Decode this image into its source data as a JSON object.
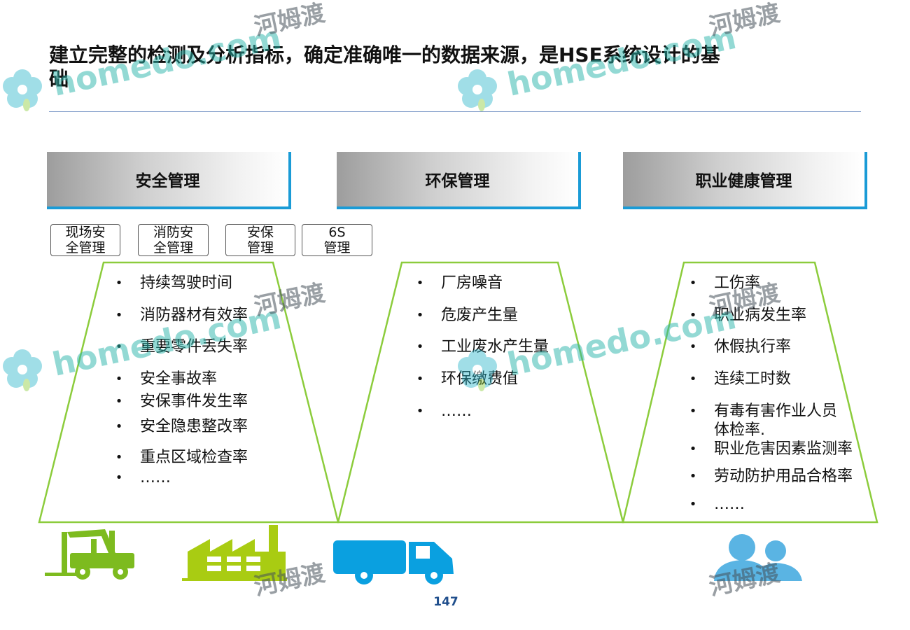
{
  "title": "建立完整的检测及分析指标，确定准确唯一的数据来源，是HSE系统设计的基础",
  "categories": [
    {
      "label": "安全管理"
    },
    {
      "label": "环保管理"
    },
    {
      "label": "职业健康管理"
    }
  ],
  "subtabs": [
    {
      "line1": "现场安",
      "line2": "全管理"
    },
    {
      "line1": "消防安",
      "line2": "全管理"
    },
    {
      "line1": "安保",
      "line2": "管理"
    },
    {
      "line1": "6S",
      "line2": "管理"
    }
  ],
  "lists": {
    "safety": [
      "持续驾驶时间",
      "消防器材有效率",
      "重要零件丢失率",
      "安全事故率",
      "安保事件发生率",
      "安全隐患整改率",
      "重点区域检查率",
      "……"
    ],
    "environment": [
      "厂房噪音",
      "危废产生量",
      "工业废水产生量",
      "环保缴费值",
      "……"
    ],
    "health": [
      "工伤率",
      "职业病发生率",
      "休假执行率",
      "连续工时数",
      "有毒有害作业人员",
      "体检率.",
      "职业危害因素监测率",
      "劳动防护用品合格率",
      "……"
    ]
  },
  "bullet_char": "•",
  "page_number": "147",
  "watermark": {
    "text": "homedo.com",
    "cn": "河姆渡"
  },
  "colors": {
    "accent_blue": "#1a9bd6",
    "green_outline": "#8ccc3c",
    "forklift_green": "#7dbb1f",
    "factory_green": "#a9cc12",
    "truck_blue": "#0aa0e0",
    "people_blue": "#5ab4e3"
  },
  "icons": [
    "forklift-icon",
    "factory-icon",
    "truck-icon",
    "people-icon"
  ]
}
